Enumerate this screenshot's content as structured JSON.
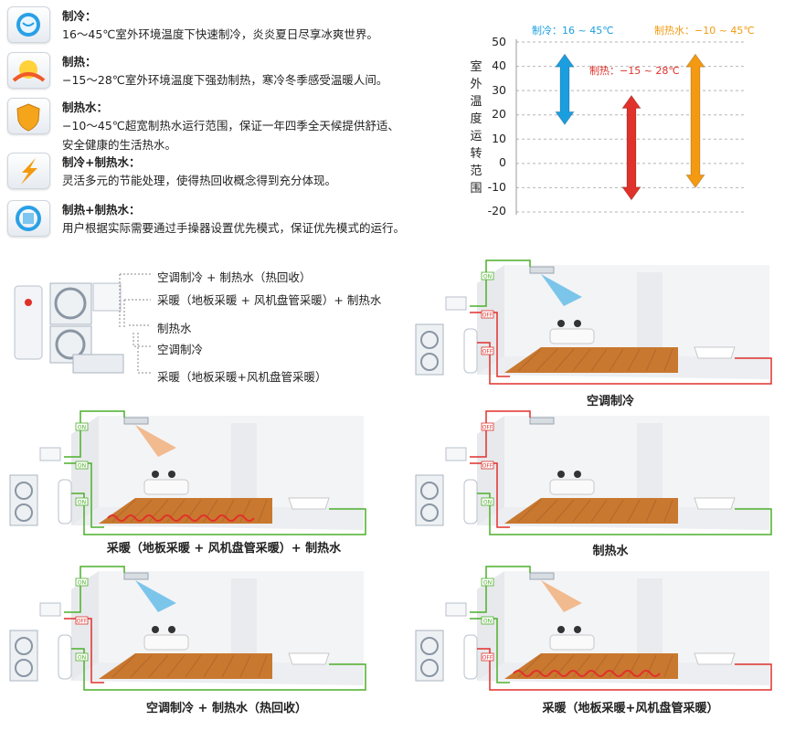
{
  "modes": [
    {
      "icon": "snowflake-icon",
      "title": "制冷：",
      "lines": [
        "16～45℃室外环境温度下快速制冷，炎炎夏日尽享冰爽世界。"
      ]
    },
    {
      "icon": "sun-icon",
      "title": "制热：",
      "lines": [
        "−15～28℃室外环境温度下强劲制热，寒冷冬季感受温暖人间。"
      ]
    },
    {
      "icon": "shield-icon",
      "title": "制热水：",
      "lines": [
        "−10～45℃超宽制热水运行范围，保证一年四季全天候提供舒适、",
        "安全健康的生活热水。"
      ]
    },
    {
      "icon": "lightning-icon",
      "title": "制冷+制热水：",
      "lines": [
        "灵活多元的节能处理，使得热回收概念得到充分体现。"
      ]
    },
    {
      "icon": "cycle-icon",
      "title": "制热+制热水：",
      "lines": [
        "用户根据实际需要通过手操器设置优先模式，保证优先模式的运行。"
      ]
    }
  ],
  "chart_data": {
    "type": "range",
    "ylabel": "室外温度运转范围",
    "ylabel_chars": [
      "室",
      "外",
      "温",
      "度",
      "运",
      "转",
      "范",
      "围"
    ],
    "ylim": [
      -20,
      50
    ],
    "yticks": [
      50,
      40,
      30,
      20,
      10,
      0,
      -10,
      -20
    ],
    "grid": true,
    "series": [
      {
        "name": "制冷",
        "label": "制冷：16 ~ 45℃",
        "low": 16,
        "high": 45,
        "color": "#1a9ee0"
      },
      {
        "name": "制热",
        "label": "制热：−15 ~ 28℃",
        "low": -15,
        "high": 28,
        "color": "#e0312b"
      },
      {
        "name": "制热水",
        "label": "制热水：−10 ~ 45℃",
        "low": -10,
        "high": 45,
        "color": "#f39a12"
      }
    ]
  },
  "system_labels": [
    "空调制冷 + 制热水（热回收）",
    "采暖（地板采暖 + 风机盘管采暖）+ 制热水",
    "制热水",
    "空调制冷",
    "采暖（地板采暖+风机盘管采暖）"
  ],
  "scenes": [
    {
      "caption": "空调制冷",
      "tags": [
        "ON",
        "OFF",
        "OFF"
      ],
      "ac": "cool",
      "floor": false
    },
    {
      "caption": "采暖（地板采暖 + 风机盘管采暖）+ 制热水",
      "tags": [
        "ON",
        "ON",
        "ON"
      ],
      "ac": "heat",
      "floor": true
    },
    {
      "caption": "制热水",
      "tags": [
        "OFF",
        "OFF",
        "ON"
      ],
      "ac": "off",
      "floor": false
    },
    {
      "caption": "空调制冷 + 制热水（热回收）",
      "tags": [
        "ON",
        "OFF",
        "ON"
      ],
      "ac": "cool",
      "floor": false
    },
    {
      "caption": "采暖（地板采暖+风机盘管采暖）",
      "tags": [
        "ON",
        "ON",
        "OFF"
      ],
      "ac": "heat",
      "floor": true
    }
  ],
  "colors": {
    "on": "#4caf2a",
    "off": "#e0312b",
    "cool": "#1a9ee0",
    "heat": "#f08a3a",
    "floor": "#c9782f"
  }
}
